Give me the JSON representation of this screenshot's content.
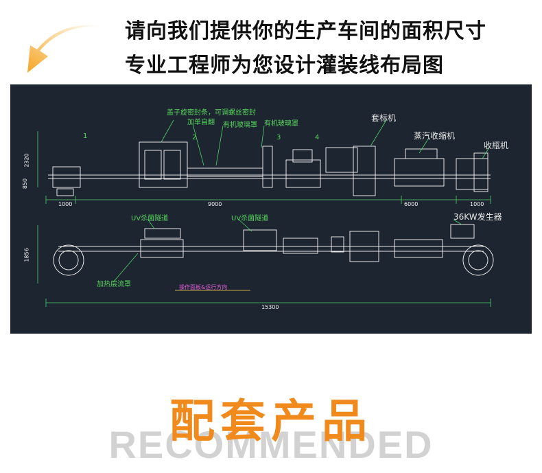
{
  "header": {
    "line1": "请向我们提供你的生产车间的面积尺寸",
    "line2": "专业工程师为您设计灌装线布局图"
  },
  "drawing": {
    "labels": {
      "cap_screw": "盖子旋密封条，可调螺丝密封",
      "add_single_bottle": "加单自翻",
      "organic_bottle_washer_1": "有机玻璃罩",
      "organic_bottle_washer_2": "有机玻璃罩",
      "sleeve_label": "套标机",
      "steam_shrink": "蒸汽收缩机",
      "bottle_collector": "收瓶机",
      "uv_tunnel_1": "UV杀菌隧道",
      "uv_tunnel_2": "UV杀菌隧道",
      "heat_layer": "加热层流罩",
      "generator": "36KW发生器",
      "flow_direction": "操作面板&运行方向",
      "num_1": "1",
      "num_2": "2",
      "num_3": "3",
      "num_4": "4"
    },
    "dimensions": {
      "d_1000_left": "1000",
      "d_9000": "9000",
      "d_6000": "6000",
      "d_1000_right": "1000",
      "d_15300": "15300",
      "d_v_1": "2320",
      "d_v_2": "850",
      "d_v_3": "1856"
    }
  },
  "footer": {
    "title": "配套产品",
    "subtitle": "RECOMMENDED"
  },
  "colors": {
    "orange": "#f08a1c",
    "cad_bg": "#1d2530"
  }
}
